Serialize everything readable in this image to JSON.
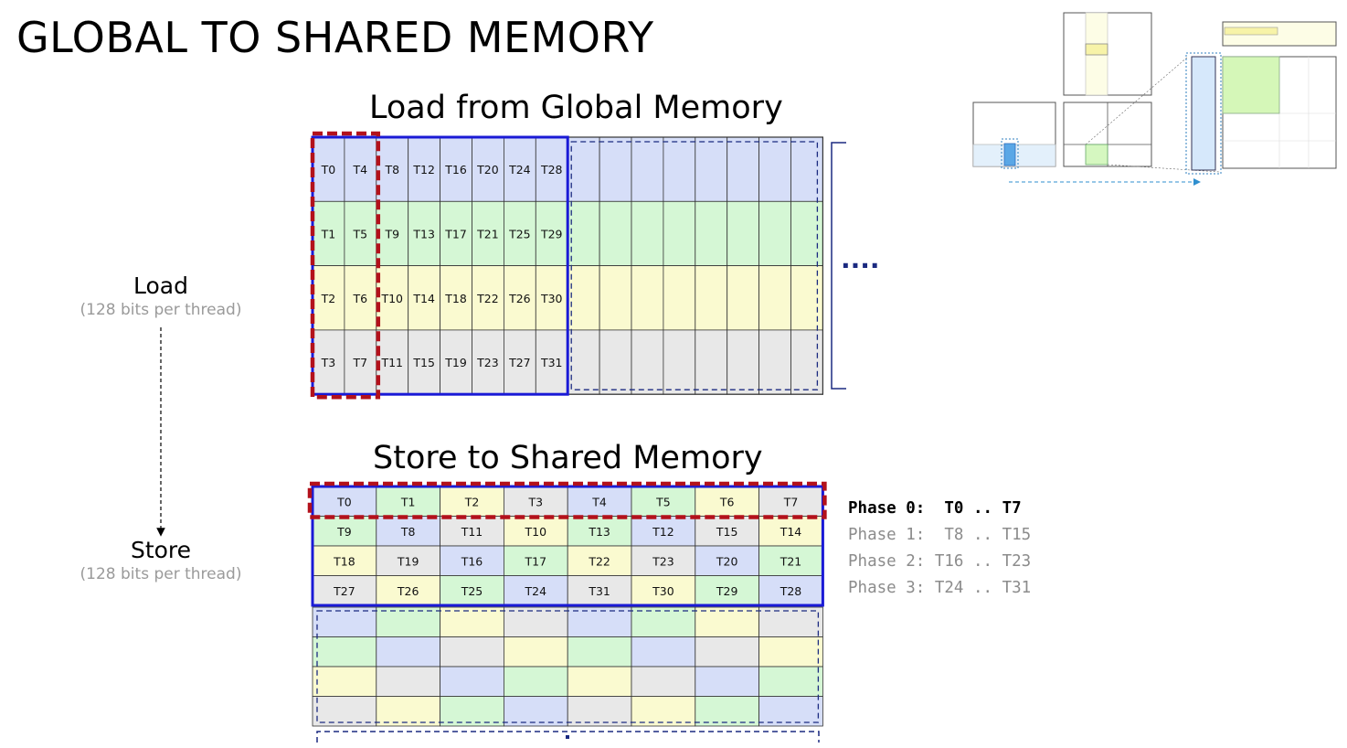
{
  "title": "GLOBAL TO SHARED MEMORY",
  "load_heading": "Load from Global Memory",
  "store_heading": "Store to Shared Memory",
  "load_label": {
    "main": "Load",
    "sub": "(128 bits per thread)"
  },
  "store_label": {
    "main": "Store",
    "sub": "(128 bits per thread)"
  },
  "ellipsis": "....",
  "colors": {
    "blue": "#d6def8",
    "green": "#d5f7d5",
    "yellow": "#fafad0",
    "gray": "#e8e8e8",
    "outline_blue": "#1a1ad6",
    "outline_red": "#b3111b",
    "dashed_navy": "#1b2a80"
  },
  "global_tile": {
    "row_colors": [
      "blue",
      "green",
      "yellow",
      "gray"
    ],
    "labels": [
      [
        "T0",
        "T4",
        "T8",
        "T12",
        "T16",
        "T20",
        "T24",
        "T28"
      ],
      [
        "T1",
        "T5",
        "T9",
        "T13",
        "T17",
        "T21",
        "T25",
        "T29"
      ],
      [
        "T2",
        "T6",
        "T10",
        "T14",
        "T18",
        "T22",
        "T26",
        "T30"
      ],
      [
        "T3",
        "T7",
        "T11",
        "T15",
        "T19",
        "T23",
        "T27",
        "T31"
      ]
    ]
  },
  "shared_tile": {
    "labels": [
      [
        "T0",
        "T1",
        "T2",
        "T3",
        "T4",
        "T5",
        "T6",
        "T7"
      ],
      [
        "T9",
        "T8",
        "T11",
        "T10",
        "T13",
        "T12",
        "T15",
        "T14"
      ],
      [
        "T18",
        "T19",
        "T16",
        "T17",
        "T22",
        "T23",
        "T20",
        "T21"
      ],
      [
        "T27",
        "T26",
        "T25",
        "T24",
        "T31",
        "T30",
        "T29",
        "T28"
      ]
    ],
    "colors": [
      [
        "blue",
        "green",
        "yellow",
        "gray",
        "blue",
        "green",
        "yellow",
        "gray"
      ],
      [
        "green",
        "blue",
        "gray",
        "yellow",
        "green",
        "blue",
        "gray",
        "yellow"
      ],
      [
        "yellow",
        "gray",
        "blue",
        "green",
        "yellow",
        "gray",
        "blue",
        "green"
      ],
      [
        "gray",
        "yellow",
        "green",
        "blue",
        "gray",
        "yellow",
        "green",
        "blue"
      ]
    ],
    "lower_colors": [
      [
        "blue",
        "green",
        "yellow",
        "gray",
        "blue",
        "green",
        "yellow",
        "gray"
      ],
      [
        "green",
        "blue",
        "gray",
        "yellow",
        "green",
        "blue",
        "gray",
        "yellow"
      ],
      [
        "yellow",
        "gray",
        "blue",
        "green",
        "yellow",
        "gray",
        "blue",
        "green"
      ],
      [
        "gray",
        "yellow",
        "green",
        "blue",
        "gray",
        "yellow",
        "green",
        "blue"
      ]
    ]
  },
  "phases": [
    {
      "text": "Phase 0:  T0 .. T7",
      "active": true
    },
    {
      "text": "Phase 1:  T8 .. T15",
      "active": false
    },
    {
      "text": "Phase 2: T16 .. T23",
      "active": false
    },
    {
      "text": "Phase 3: T24 .. T31",
      "active": false
    }
  ]
}
